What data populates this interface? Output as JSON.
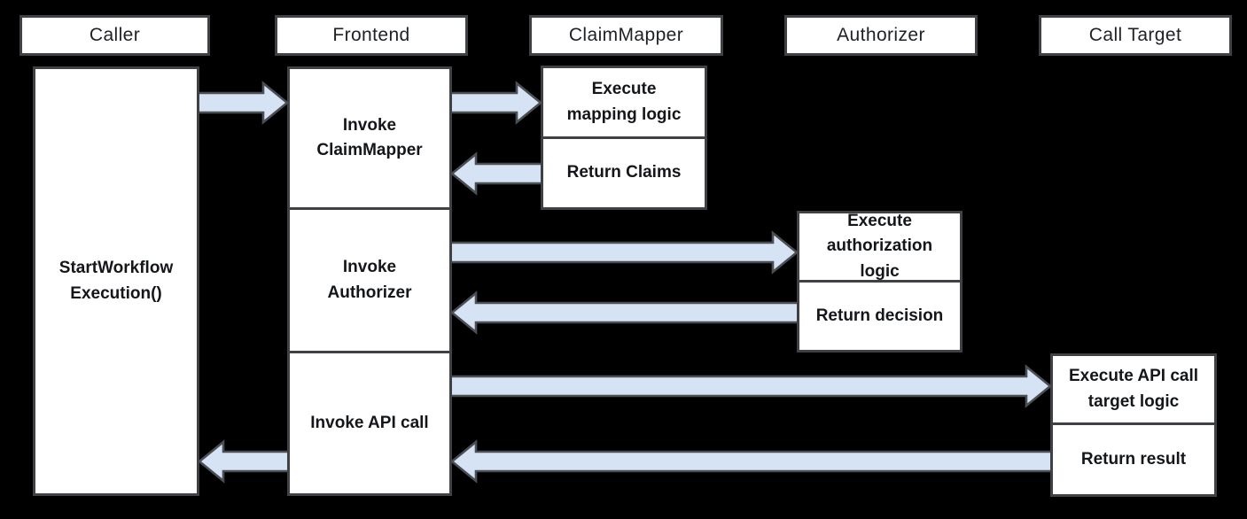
{
  "colors": {
    "background": "#000000",
    "box_fill": "#ffffff",
    "box_border": "#3f4144",
    "arrow_fill": "#d6e3f5",
    "arrow_border": "#4b4f54",
    "text": "#141619"
  },
  "lifelines": [
    {
      "label": "Caller"
    },
    {
      "label": "Frontend"
    },
    {
      "label": "ClaimMapper"
    },
    {
      "label": "Authorizer"
    },
    {
      "label": "Call Target"
    }
  ],
  "activations": [
    {
      "lifeline": "Caller",
      "label": "StartWorkflow\nExecution()"
    },
    {
      "lifeline": "Frontend",
      "label": "Invoke\nClaimMapper"
    },
    {
      "lifeline": "Frontend",
      "label": "Invoke\nAuthorizer"
    },
    {
      "lifeline": "Frontend",
      "label": "Invoke API call"
    },
    {
      "lifeline": "ClaimMapper",
      "label": "Execute\nmapping logic"
    },
    {
      "lifeline": "ClaimMapper",
      "label": "Return Claims"
    },
    {
      "lifeline": "Authorizer",
      "label": "Execute\nauthorization\nlogic"
    },
    {
      "lifeline": "Authorizer",
      "label": "Return decision"
    },
    {
      "lifeline": "Call Target",
      "label": "Execute API call\ntarget logic"
    },
    {
      "lifeline": "Call Target",
      "label": "Return result"
    }
  ],
  "flows": [
    {
      "from": "Caller",
      "to": "Frontend"
    },
    {
      "from": "Frontend",
      "to": "ClaimMapper"
    },
    {
      "from": "ClaimMapper",
      "to": "Frontend"
    },
    {
      "from": "Frontend",
      "to": "Authorizer"
    },
    {
      "from": "Authorizer",
      "to": "Frontend"
    },
    {
      "from": "Frontend",
      "to": "Call Target"
    },
    {
      "from": "Call Target",
      "to": "Frontend"
    },
    {
      "from": "Frontend",
      "to": "Caller"
    }
  ]
}
